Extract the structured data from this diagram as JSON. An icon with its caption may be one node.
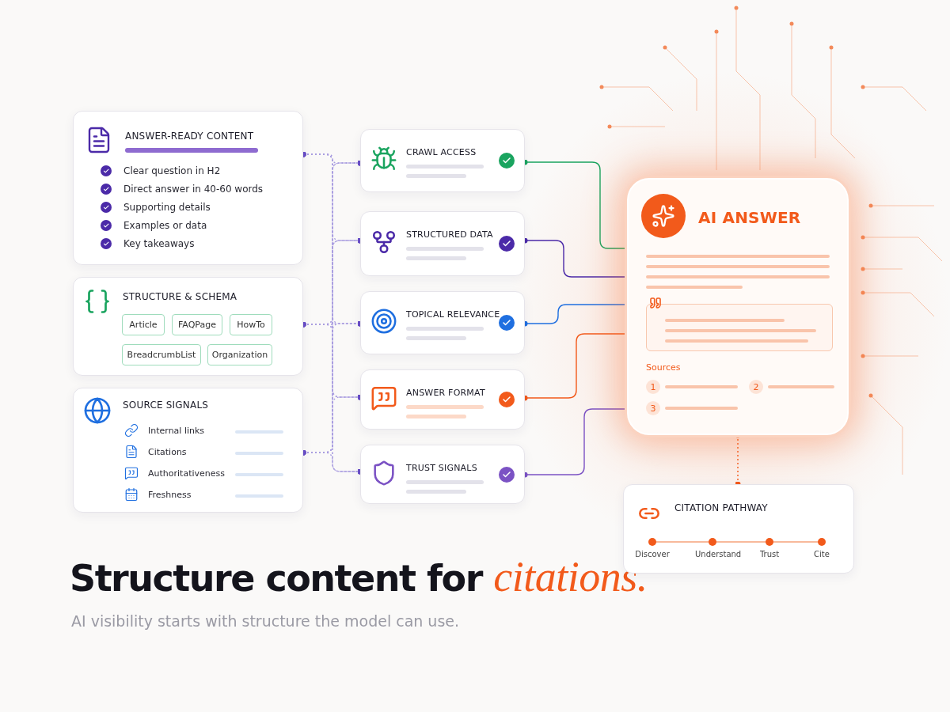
{
  "diagram": {
    "title": "Structure content for *citations.*",
    "caption": "AI visibility starts with structure the model can use.",
    "nodes": [
      {
        "text": [
          "ANSWER-READY CONTENT",
          "Clear question in H2",
          "Direct answer in 40-60 words",
          "Supporting details",
          "Examples or data",
          "Key takeaways"
        ]
      },
      {
        "text": [
          "STRUCTURE & SCHEMA"
        ]
      },
      {
        "text": [
          "Article"
        ],
        "in": 1
      },
      {
        "text": [
          "FAQPage"
        ],
        "in": 1
      },
      {
        "text": [
          "HowTo"
        ],
        "in": 1
      },
      {
        "text": [
          "BreadcrumbList"
        ],
        "in": 1
      },
      {
        "text": [
          "Organization"
        ],
        "in": 1
      },
      {
        "text": [
          "SOURCE SIGNALS",
          "Internal links",
          "Citations",
          "Authoritativeness",
          "Freshness"
        ]
      },
      {
        "text": [
          "CRAWL ACCESS"
        ]
      },
      {
        "text": [
          "STRUCTURED DATA"
        ]
      },
      {
        "text": [
          "TOPICAL RELEVANCE"
        ]
      },
      {
        "text": [
          "ANSWER FORMAT"
        ]
      },
      {
        "text": [
          "TRUST SIGNALS"
        ]
      },
      {
        "text": [
          "AI ANSWER",
          "Sources"
        ]
      },
      {
        "text": [
          "1"
        ],
        "in": 13
      },
      {
        "text": [
          "2"
        ],
        "in": 13
      },
      {
        "text": [
          "3"
        ],
        "in": 13
      },
      {
        "text": [
          "CITATION PATHWAY",
          "Discover",
          "Understand",
          "Trust",
          "Cite"
        ]
      }
    ],
    "edges": [
      {
        "from": 0,
        "to": 8,
        "arrow": "other",
        "style": "dashed"
      },
      {
        "from": 0,
        "to": 9,
        "arrow": "other",
        "style": "dashed"
      },
      {
        "from": 0,
        "to": 10,
        "arrow": "other",
        "style": "dashed"
      },
      {
        "from": 0,
        "to": 11,
        "arrow": "other",
        "style": "dashed"
      },
      {
        "from": 0,
        "to": 12,
        "arrow": "other",
        "style": "dashed"
      },
      {
        "from": 1,
        "to": 8,
        "arrow": "other",
        "style": "dashed"
      },
      {
        "from": 1,
        "to": 9,
        "arrow": "other",
        "style": "dashed"
      },
      {
        "from": 1,
        "to": 10,
        "arrow": "other",
        "style": "dashed"
      },
      {
        "from": 1,
        "to": 11,
        "arrow": "other",
        "style": "dashed"
      },
      {
        "from": 1,
        "to": 12,
        "arrow": "other",
        "style": "dashed"
      },
      {
        "from": 7,
        "to": 8,
        "arrow": "other",
        "style": "dashed"
      },
      {
        "from": 7,
        "to": 9,
        "arrow": "other",
        "style": "dashed"
      },
      {
        "from": 7,
        "to": 10,
        "arrow": "other",
        "style": "dashed"
      },
      {
        "from": 7,
        "to": 11,
        "arrow": "other",
        "style": "dashed"
      },
      {
        "from": 7,
        "to": 12,
        "arrow": "other",
        "style": "dashed"
      },
      {
        "from": 8,
        "to": 13,
        "arrow": "other",
        "color": "#1aa45f"
      },
      {
        "from": 9,
        "to": 13,
        "arrow": "other",
        "color": "#4b2aa8"
      },
      {
        "from": 10,
        "to": 13,
        "arrow": "other",
        "color": "#1f6fe0"
      },
      {
        "from": 11,
        "to": 13,
        "arrow": "other",
        "color": "#f25a1b"
      },
      {
        "from": 12,
        "to": 13,
        "arrow": "other",
        "color": "#7b52c4"
      },
      {
        "from": 13,
        "to": 17,
        "arrow": "other",
        "style": "dashed",
        "color": "#f25a1b"
      }
    ]
  }
}
